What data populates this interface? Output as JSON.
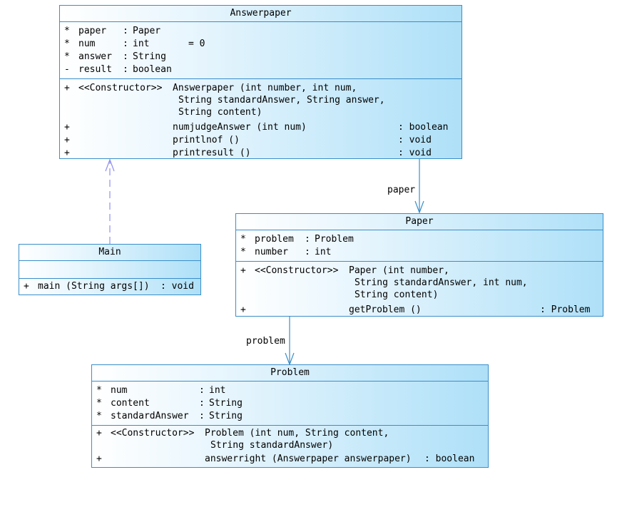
{
  "answerpaper": {
    "name": "Answerpaper",
    "attributes": [
      {
        "vis": "*",
        "name": "paper",
        "sep": ":",
        "type": "Paper",
        "init": ""
      },
      {
        "vis": "*",
        "name": "num",
        "sep": ":",
        "type": "int",
        "init": "= 0"
      },
      {
        "vis": "*",
        "name": "answer",
        "sep": ":",
        "type": "String",
        "init": ""
      },
      {
        "vis": "-",
        "name": "result",
        "sep": ":",
        "type": "boolean",
        "init": ""
      }
    ],
    "ctor": {
      "vis": "+",
      "stereo": "<<Constructor>>",
      "line1": "Answerpaper (int number, int num,",
      "line2": "String standardAnswer, String answer,",
      "line3": "String content)"
    },
    "methods": [
      {
        "vis": "+",
        "sig": "numjudgeAnswer (int num)",
        "ret": ": boolean"
      },
      {
        "vis": "+",
        "sig": "printlnof ()",
        "ret": ": void"
      },
      {
        "vis": "+",
        "sig": "printresult ()",
        "ret": ": void"
      }
    ]
  },
  "main": {
    "name": "Main",
    "method": {
      "vis": "+",
      "sig": "main (String args[])",
      "ret": ": void"
    }
  },
  "paper": {
    "name": "Paper",
    "attributes": [
      {
        "vis": "*",
        "name": "problem",
        "sep": ":",
        "type": "Problem"
      },
      {
        "vis": "*",
        "name": "number",
        "sep": ":",
        "type": "int"
      }
    ],
    "ctor": {
      "vis": "+",
      "stereo": "<<Constructor>>",
      "line1": "Paper (int number,",
      "line2": "String standardAnswer, int num,",
      "line3": "String content)"
    },
    "methods": [
      {
        "vis": "+",
        "sig": "getProblem ()",
        "ret": ": Problem"
      }
    ]
  },
  "problem": {
    "name": "Problem",
    "attributes": [
      {
        "vis": "*",
        "name": "num",
        "sep": ":",
        "type": "int"
      },
      {
        "vis": "*",
        "name": "content",
        "sep": ":",
        "type": "String"
      },
      {
        "vis": "*",
        "name": "standardAnswer",
        "sep": ":",
        "type": "String"
      }
    ],
    "ctor": {
      "vis": "+",
      "stereo": "<<Constructor>>",
      "line1": "Problem (int num, String content,",
      "line2": "String standardAnswer)"
    },
    "methods": [
      {
        "vis": "+",
        "sig": "answerright (Answerpaper answerpaper)",
        "ret": ": boolean"
      }
    ]
  },
  "associations": {
    "paper_label": "paper",
    "problem_label": "problem"
  },
  "colors": {
    "border": "#3a8ec9",
    "fill_light": "#ffffff",
    "fill_dark": "#aee0f8",
    "dependency": "#8f8ff0"
  }
}
